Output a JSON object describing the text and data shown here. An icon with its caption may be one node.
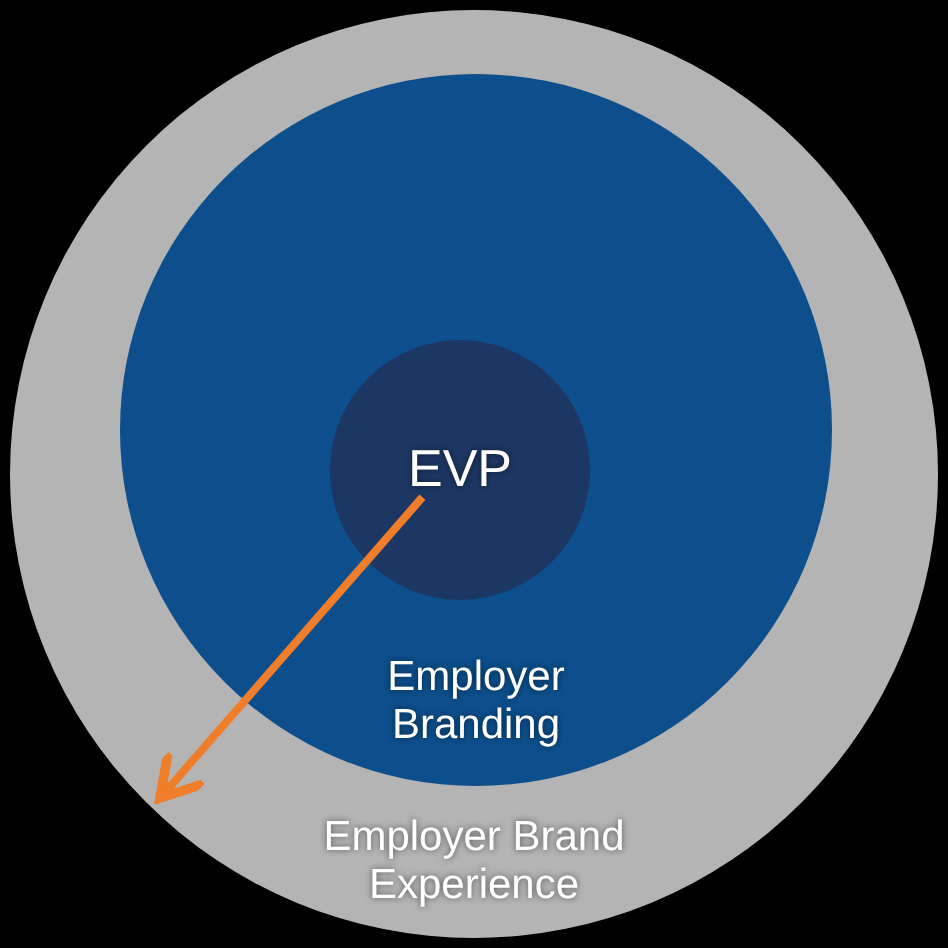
{
  "diagram": {
    "nodes": [
      {
        "text": [
          "Employer Brand Experience"
        ]
      },
      {
        "text": [
          "Employer Branding"
        ],
        "in": 0
      },
      {
        "text": [
          "EVP"
        ],
        "in": 1
      }
    ],
    "edges": [
      {
        "from": 2,
        "to": 0,
        "arrow": "to",
        "color": "#f07d2a"
      }
    ]
  }
}
